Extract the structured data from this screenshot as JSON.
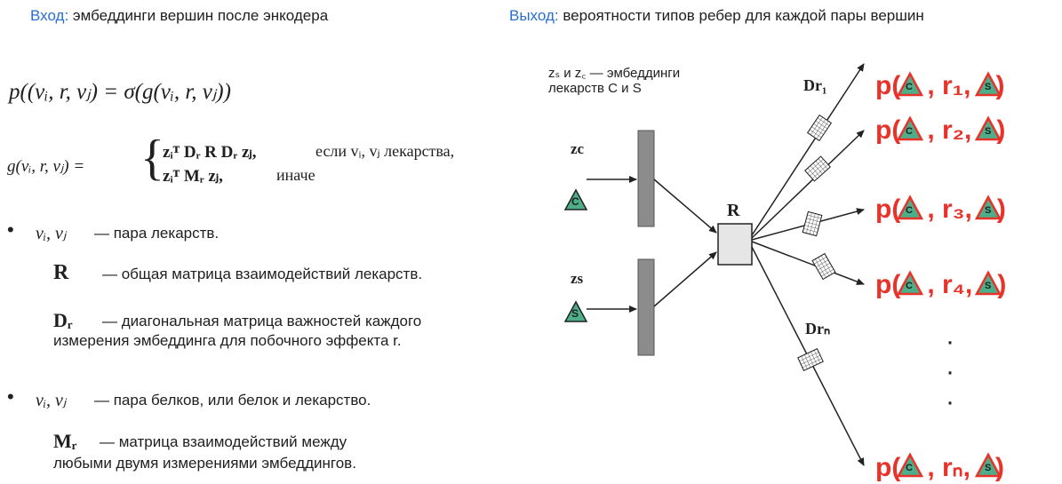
{
  "header": {
    "input_key": "Вход:",
    "input_text": " эмбеддинги вершин после энкодера",
    "output_key": "Выход:",
    "output_text": " вероятности типов ребер для каждой пары вершин"
  },
  "formulas": {
    "main": "p((vᵢ, r, vⱼ) = σ(g(vᵢ, r, vⱼ))",
    "g_lhs": "g(vᵢ, r, vⱼ) =",
    "case1_expr": "zᵢᵀ Dᵣ R Dᵣ zⱼ,",
    "case1_cond": "если vᵢ, vⱼ лекарства,",
    "case2_expr": "zᵢᵀ Mᵣ zⱼ,",
    "case2_cond": "иначе"
  },
  "left": {
    "b1_sym": "vᵢ, vⱼ",
    "b1_text": "— пара лекарств.",
    "r_sym": "R",
    "r_text": "— общая матрица  взаимодействий лекарств.",
    "d_sym": "Dᵣ",
    "d_text1": "— диагональная матрица важностей каждого",
    "d_text2": "измерения эмбеддинга для побочного эффекта r.",
    "b2_sym": "vᵢ, vⱼ",
    "b2_text": "— пара белков, или белок и лекарство.",
    "m_sym": "Mᵣ",
    "m_text1": "— матрица взаимодействий между",
    "m_text2": "любыми двумя измерениями эмбеддингов."
  },
  "diagram": {
    "note_line1": "zₛ и z꜀ — эмбеддинги",
    "note_line2": "лекарств C и S",
    "zc_label": "zc",
    "zs_label": "zs",
    "c_letter": "C",
    "s_letter": "S",
    "r_label": "R",
    "dr1_label": "Dr₁",
    "drn_label": "Drₙ",
    "dots": "⋮",
    "outputs": [
      "p(",
      "p(",
      "p(",
      "p(",
      "p("
    ],
    "rel_labels": [
      "r₁",
      "r₂",
      "r₃",
      "r₄",
      "rₙ"
    ],
    "colors": {
      "triangle": "#4caf8a",
      "red": "#e8322a",
      "bar": "#8c8c8c"
    }
  }
}
